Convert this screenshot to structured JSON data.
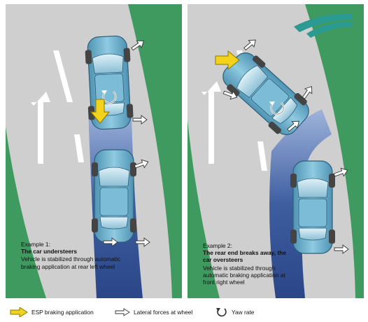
{
  "examples": [
    {
      "title": "Example 1:",
      "heading": "The car understeers",
      "body": "Vehicle is stabilized through automatic braking application at rear left wheel"
    },
    {
      "title": "Example 2:",
      "heading": "The rear end breaks away, the car oversteers",
      "body": "Vehicle is stabilized through automatic braking application at front right wheel"
    }
  ],
  "legend": {
    "esp": "ESP braking application",
    "lateral": "Lateral forces at wheel",
    "yaw": "Yaw rate"
  },
  "colors": {
    "road": "#cfcfcf",
    "grass": "#3f9a5f",
    "car_body": "#6fb3cf",
    "esp_arrow": "#f2d21a",
    "track": "#3a5a9a",
    "logo": "#2a9a93"
  }
}
